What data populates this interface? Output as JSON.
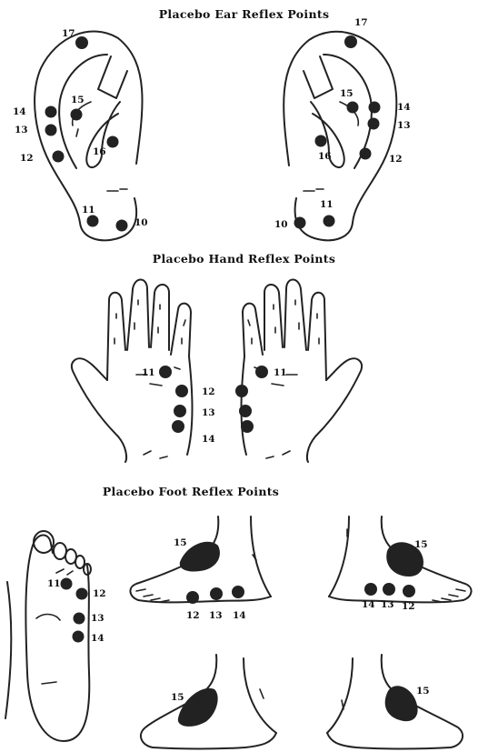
{
  "titles": {
    "ear": "Placebo Ear Reflex Points",
    "hand": "Placebo Hand Reflex Points",
    "foot": "Placebo Foot Reflex Points"
  },
  "ear_left": {
    "p17": "17",
    "p14": "14",
    "p13": "13",
    "p12": "12",
    "p15": "15",
    "p16": "16",
    "p11": "11",
    "p10": "10"
  },
  "ear_right": {
    "p17": "17",
    "p15": "15",
    "p14": "14",
    "p13": "13",
    "p12": "12",
    "p16": "16",
    "p11": "11",
    "p10": "10"
  },
  "hand_left": {
    "p11": "11",
    "p12": "12",
    "p13": "13",
    "p14": "14"
  },
  "hand_right": {
    "p11": "11"
  },
  "foot_sole": {
    "p11": "11",
    "p12": "12",
    "p13": "13",
    "p14": "14"
  },
  "foot_left_top": {
    "p15": "15",
    "p12": "12",
    "p13": "13",
    "p14": "14"
  },
  "foot_right_top": {
    "p15": "15",
    "p14": "14",
    "p13": "13",
    "p12": "12"
  },
  "foot_left_bottom": {
    "p15": "15"
  },
  "foot_right_bottom": {
    "p15": "15"
  },
  "colors": {
    "ink": "#222222",
    "background": "#ffffff"
  }
}
